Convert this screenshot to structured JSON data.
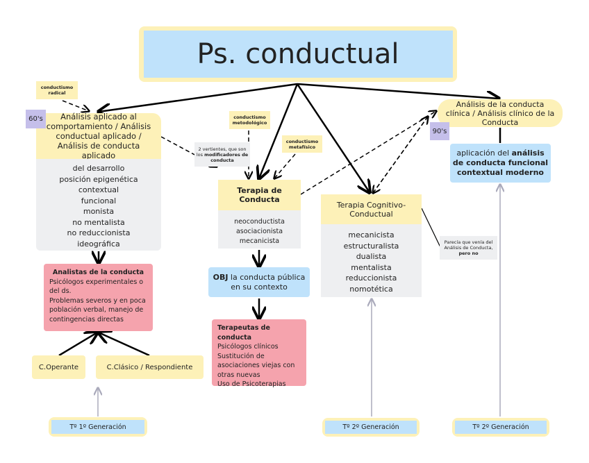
{
  "title": "Ps. conductual",
  "left": {
    "note": "conductismo radical",
    "decade": "60's",
    "heading": "Análisis aplicado al comportamiento / Análisis conductual aplicado / Análisis de conducta aplicado",
    "items": [
      "del desarrollo",
      "posición epigenética",
      "contextual",
      "funcional",
      "monista",
      "no mentalista",
      "no reduccionista",
      "ideográfica"
    ],
    "analysts_title": "Analistas de la conducta",
    "analysts_lines": [
      "Psicólogos experimentales o del ds.",
      "Problemas severos y en poca población verbal, manejo de contingencias directas"
    ],
    "operante": "C.Operante",
    "clasico": "C.Clásico / Respondiente",
    "generation": "Tº 1º Generación"
  },
  "middle": {
    "note_method": "conductismo metodológico",
    "note_meta": "conductismo metafísico",
    "note_two_a": "2 vertientes, que son los ",
    "note_two_b": "modificadores de conducta",
    "heading": "Terapia de Conducta",
    "items": [
      "neoconductista",
      "asociacionista",
      "mecanicista"
    ],
    "obj_bold": "OBJ",
    "obj_text": " la conducta pública en su contexto",
    "therapists_title": "Terapeutas de conducta",
    "therapists_lines": [
      "Psicólogos clínicos",
      "Sustitución de asociaciones viejas con otras nuevas",
      "Uso de Psicoterapias"
    ]
  },
  "tcc": {
    "heading": "Terapia Cognitivo-Conductual",
    "items": [
      "mecanicista",
      "estructuralista",
      "dualista",
      "mentalista",
      "reduccionista",
      "nomotética"
    ],
    "note_a": "Parecía que venía del Análisis de Conducta,",
    "note_b": "pero no",
    "generation": "Tº 2º Generación"
  },
  "right": {
    "heading": "Análisis de la conducta clínica / Análisis clínico de la Conducta",
    "decade": "90's",
    "app_a": "aplicación del ",
    "app_b": "análisis de conducta funcional contextual moderno",
    "generation": "Tº 2º Generación"
  }
}
